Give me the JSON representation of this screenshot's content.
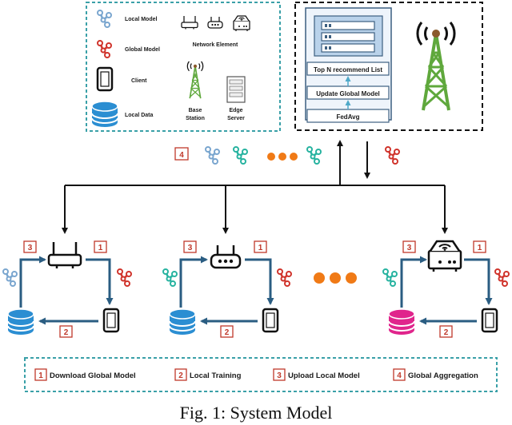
{
  "legend": {
    "local_model": "Local Model",
    "global_model": "Global Model",
    "client": "Client",
    "local_data": "Local Data",
    "network_element": "Network Element",
    "base_station": [
      "Base",
      "Station"
    ],
    "edge_server": [
      "Edge",
      "Server"
    ]
  },
  "server": {
    "top_n": "Top N recommend List",
    "update_global": "Update Global Model",
    "fedavg": "FedAvg"
  },
  "steps": [
    {
      "num": "1",
      "label": "Download Global Model"
    },
    {
      "num": "2",
      "label": "Local Training"
    },
    {
      "num": "3",
      "label": "Upload Local Model"
    },
    {
      "num": "4",
      "label": "Global Aggregation"
    }
  ],
  "caption": "Fig. 1: System Model",
  "colors": {
    "teal_dash": "#3aa0a8",
    "local_model": "#7aa6cf",
    "global_model": "#d0342c",
    "client_model_teal": "#27b3a0",
    "arrow_blue": "#2a5d82",
    "db_blue": "#2b8ed2",
    "db_pink": "#e0258c",
    "tower_green": "#5fa83c",
    "server_fill": "#b9d2ea",
    "step_box": "#c0392b",
    "orange_dot": "#f07a16"
  },
  "icons": [
    "local-model-icon",
    "global-model-icon",
    "client-phone-icon",
    "local-data-database-icon",
    "router-icon",
    "base-station-tower-icon",
    "edge-server-icon"
  ]
}
